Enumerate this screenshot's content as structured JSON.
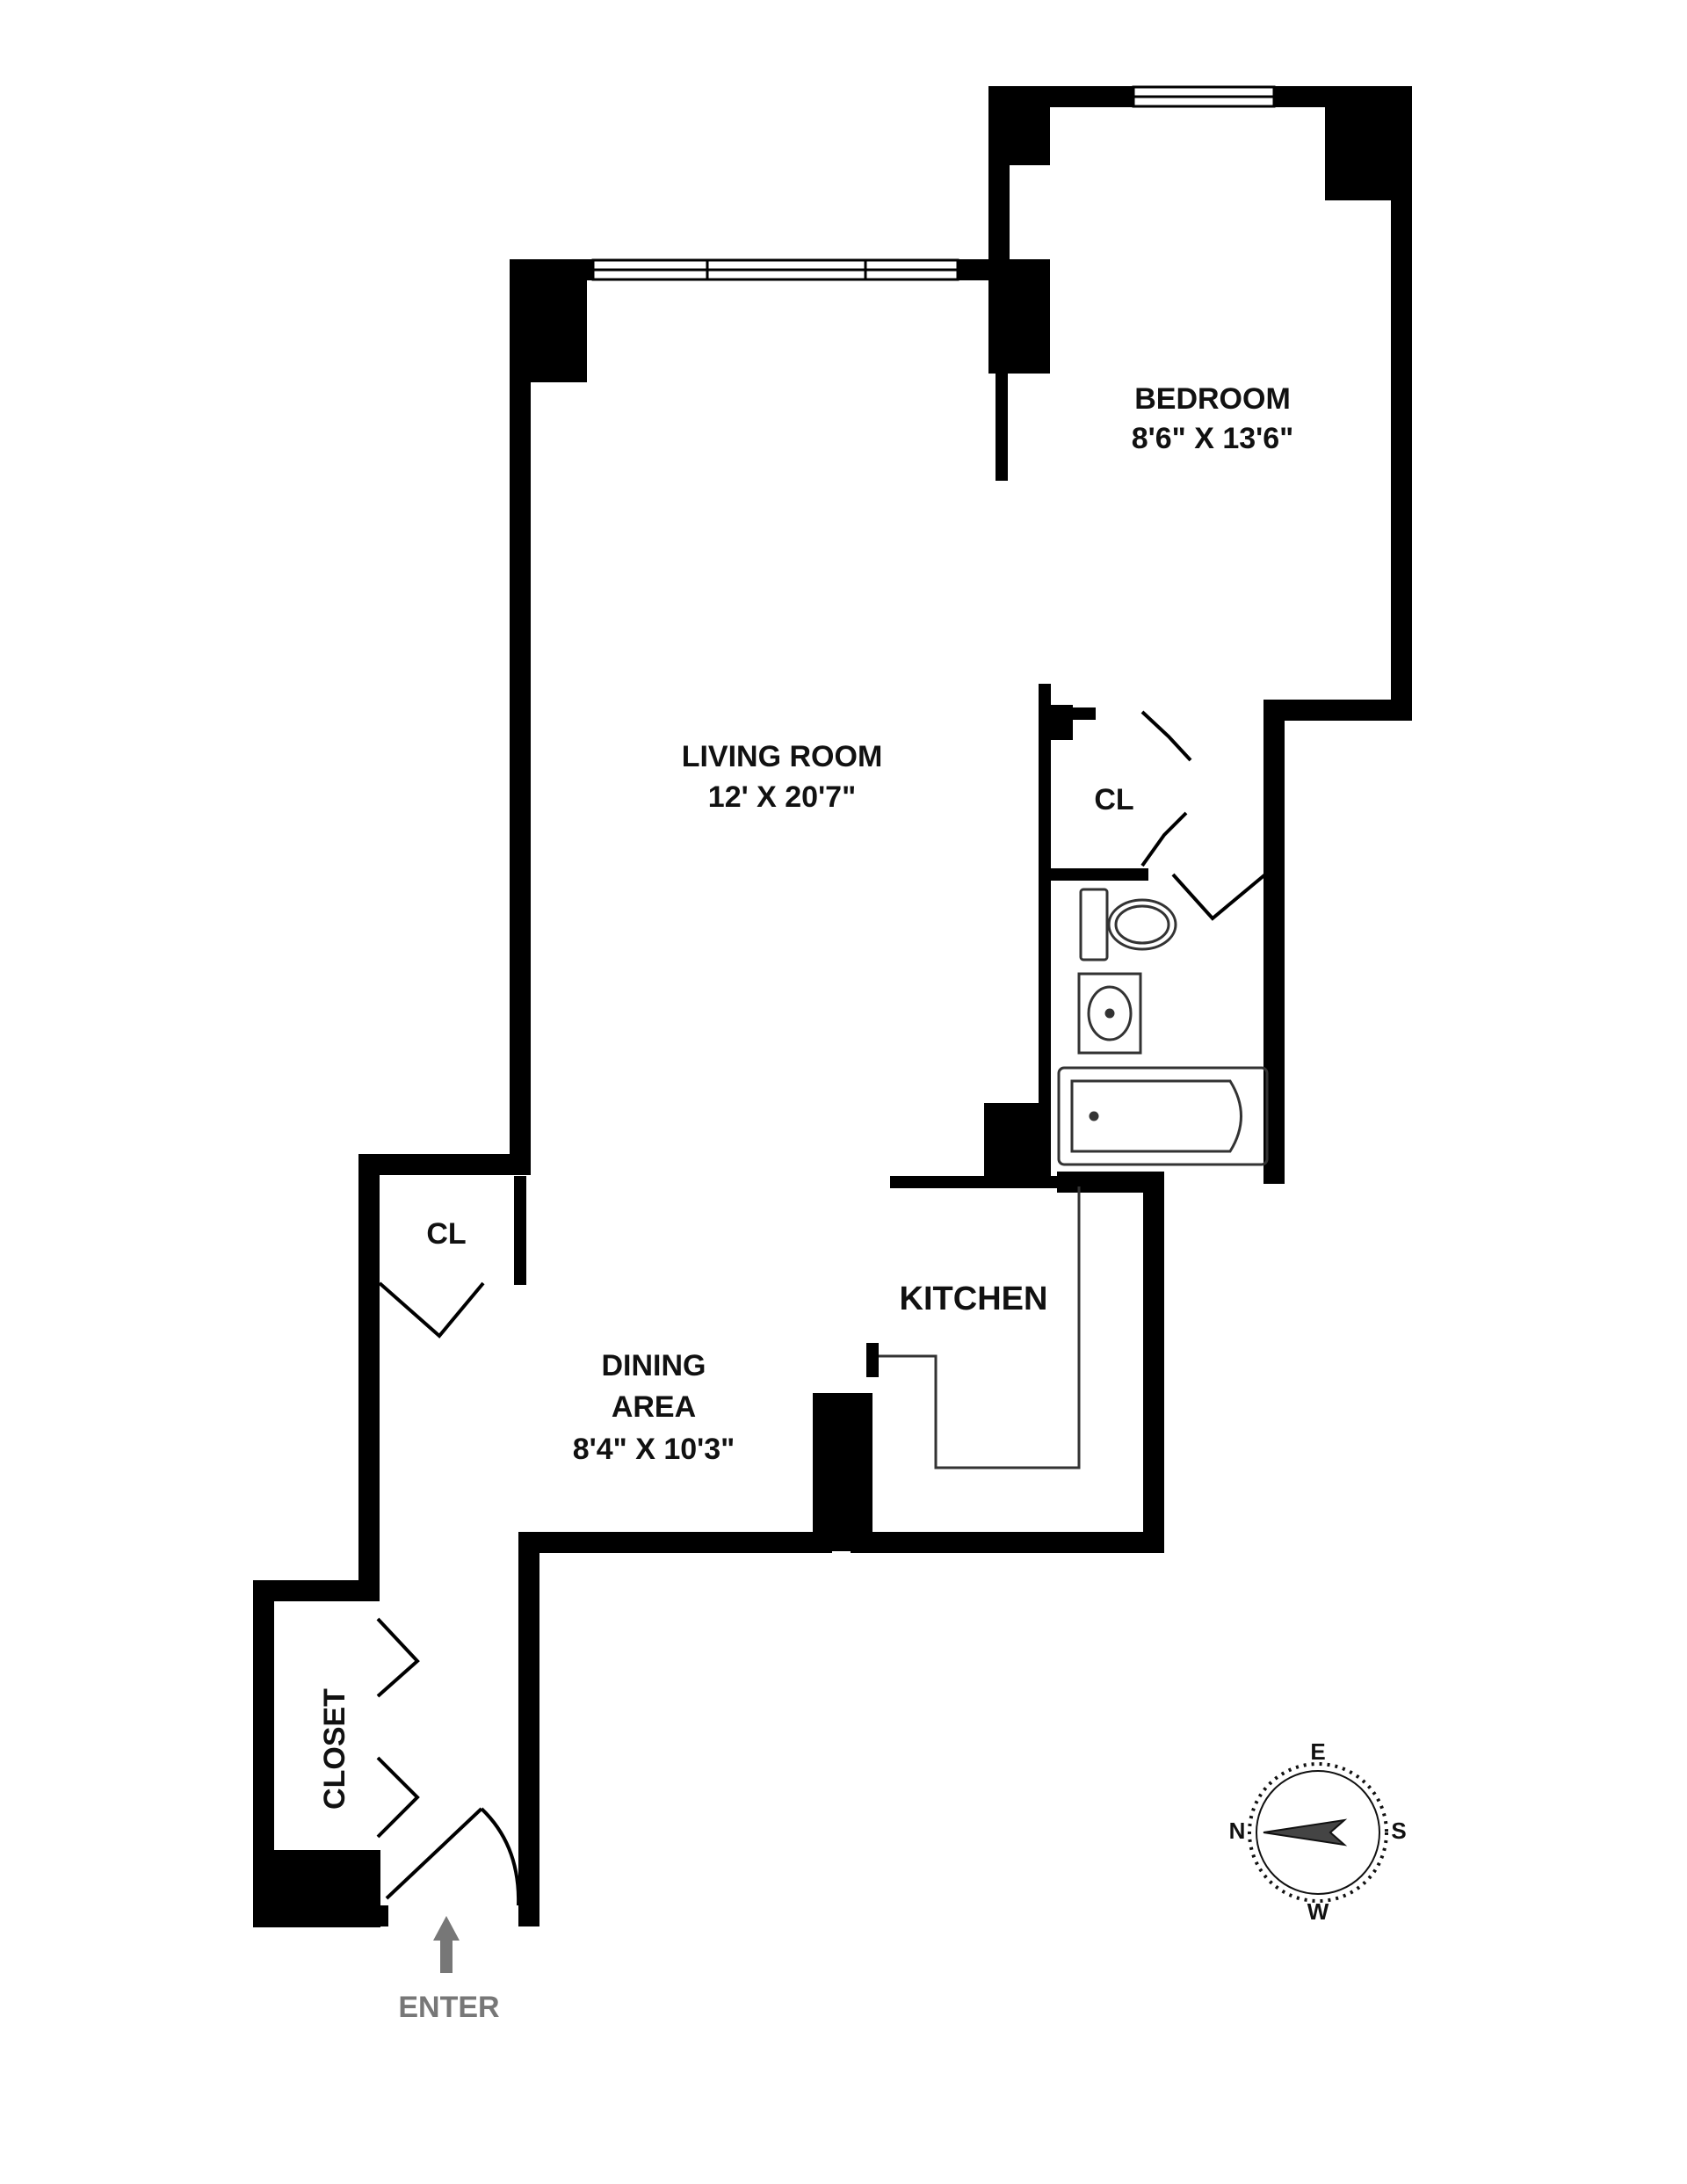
{
  "rooms": {
    "bedroom": {
      "name": "BEDROOM",
      "size": "8'6\" X 13'6\""
    },
    "living_room": {
      "name": "LIVING ROOM",
      "size": "12' X 20'7\""
    },
    "bedroom_closet": {
      "name": "CL"
    },
    "foyer_closet": {
      "name": "CL"
    },
    "kitchen": {
      "name": "KITCHEN"
    },
    "dining_area": {
      "name": "DINING",
      "name2": "AREA",
      "size": "8'4\" X 10'3\""
    },
    "entry_closet": {
      "name": "CLOSET"
    }
  },
  "entrance": {
    "label": "ENTER"
  },
  "compass": {
    "north": "N",
    "east": "E",
    "south": "S",
    "west": "W",
    "icon": "compass-icon"
  },
  "colors": {
    "wall": "#000000",
    "fixture_line": "#333333",
    "arrow": "#777777",
    "background": "#ffffff"
  }
}
